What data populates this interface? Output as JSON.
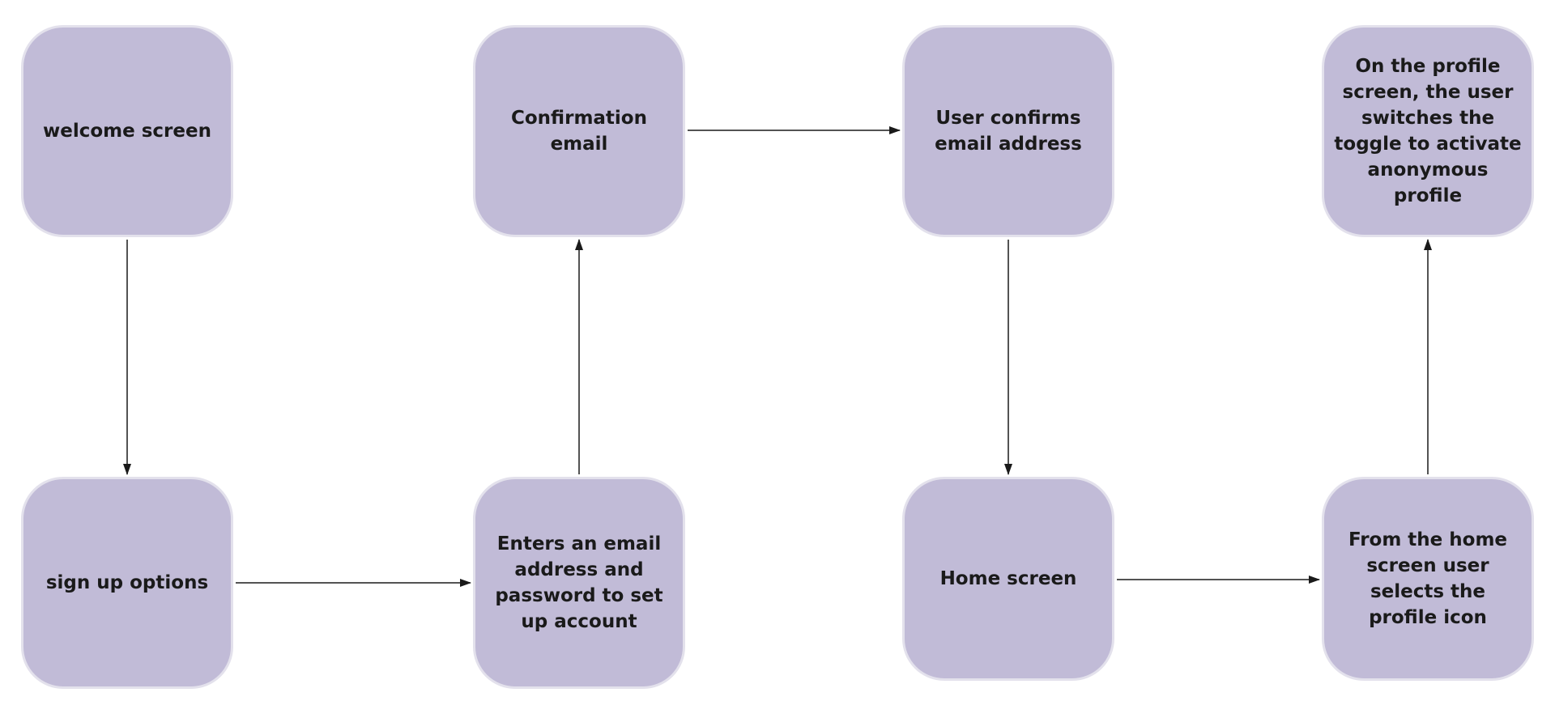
{
  "colors": {
    "node_fill": "#c1bbd7",
    "node_text": "#1a1a1a",
    "edge": "#1a1a1a",
    "background": "#ffffff"
  },
  "nodes": [
    {
      "id": "welcome",
      "label": "welcome screen"
    },
    {
      "id": "signup",
      "label": "sign up options"
    },
    {
      "id": "enter",
      "label": "Enters an email address and password to set up account"
    },
    {
      "id": "confemail",
      "label": "Confirmation email"
    },
    {
      "id": "confirms",
      "label": "User confirms email address"
    },
    {
      "id": "home",
      "label": "Home screen"
    },
    {
      "id": "profileicon",
      "label": "From the home screen user selects the profile icon"
    },
    {
      "id": "toggle",
      "label": "On the profile screen, the user switches the toggle to activate anonymous profile"
    }
  ],
  "edges": [
    {
      "from": "welcome",
      "to": "signup"
    },
    {
      "from": "signup",
      "to": "enter"
    },
    {
      "from": "enter",
      "to": "confemail"
    },
    {
      "from": "confemail",
      "to": "confirms"
    },
    {
      "from": "confirms",
      "to": "home"
    },
    {
      "from": "home",
      "to": "profileicon"
    },
    {
      "from": "profileicon",
      "to": "toggle"
    }
  ]
}
